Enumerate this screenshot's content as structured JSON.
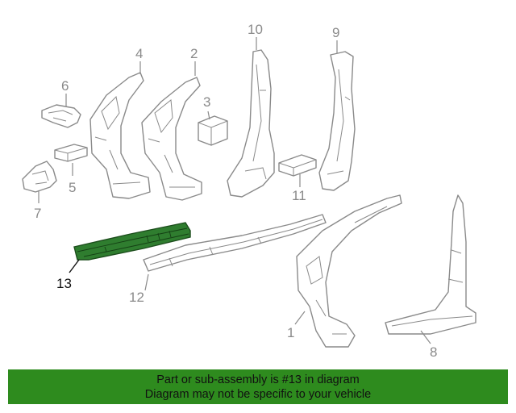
{
  "diagram": {
    "callouts": [
      {
        "id": "1",
        "label": "1"
      },
      {
        "id": "2",
        "label": "2"
      },
      {
        "id": "3",
        "label": "3"
      },
      {
        "id": "4",
        "label": "4"
      },
      {
        "id": "5",
        "label": "5"
      },
      {
        "id": "6",
        "label": "6"
      },
      {
        "id": "7",
        "label": "7"
      },
      {
        "id": "8",
        "label": "8"
      },
      {
        "id": "9",
        "label": "9"
      },
      {
        "id": "10",
        "label": "10"
      },
      {
        "id": "11",
        "label": "11"
      },
      {
        "id": "12",
        "label": "12"
      },
      {
        "id": "13",
        "label": "13"
      }
    ],
    "highlighted_part": "13",
    "highlight_color": "#2e8b1e"
  },
  "banner": {
    "line1": "Part or sub-assembly is #13 in diagram",
    "line2": "Diagram may not be specific to your vehicle",
    "background": "#2e8b1e"
  }
}
